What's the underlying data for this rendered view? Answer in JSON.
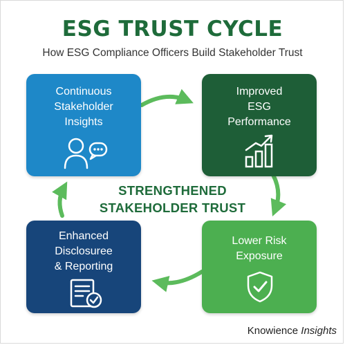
{
  "title": "ESG TRUST CYCLE",
  "subtitle": "How ESG Compliance Officers Build Stakeholder Trust",
  "center": {
    "line1": "STRENGTHENED",
    "line2": "STAKEHOLDER TRUST"
  },
  "boxes": [
    {
      "lines": [
        "Continuous",
        "Stakeholder",
        "Insights"
      ],
      "icon": "user-chat-icon",
      "color": "#1e88c8"
    },
    {
      "lines": [
        "Improved",
        "ESG",
        "Performance"
      ],
      "icon": "bar-chart-growth-icon",
      "color": "#1e5e37"
    },
    {
      "lines": [
        "Lower Risk",
        "Exposure"
      ],
      "icon": "shield-check-icon",
      "color": "#4caf50"
    },
    {
      "lines": [
        "Enhanced",
        "Disclosuree",
        "& Reporting"
      ],
      "icon": "report-check-icon",
      "color": "#17457a"
    }
  ],
  "brand": {
    "part1": "Knowience",
    "part2": " Insights"
  },
  "colors": {
    "title": "#1e6b3a",
    "accent_green": "#5cbb5c",
    "arrow": "#5cbb5c"
  }
}
